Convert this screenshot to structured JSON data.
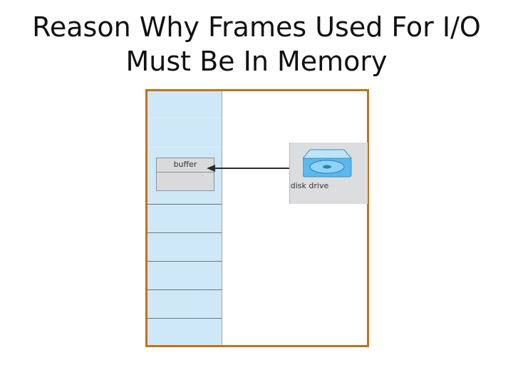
{
  "title": {
    "line1": "Reason Why Frames Used For I/O",
    "line2": "Must Be In Memory"
  },
  "diagram": {
    "buffer_label": "buffer",
    "disk_label": "disk drive",
    "colors": {
      "frame_border": "#c0721e",
      "memory_fill": "#cfe8f7",
      "disk_icon": "#5bb8ec"
    }
  }
}
